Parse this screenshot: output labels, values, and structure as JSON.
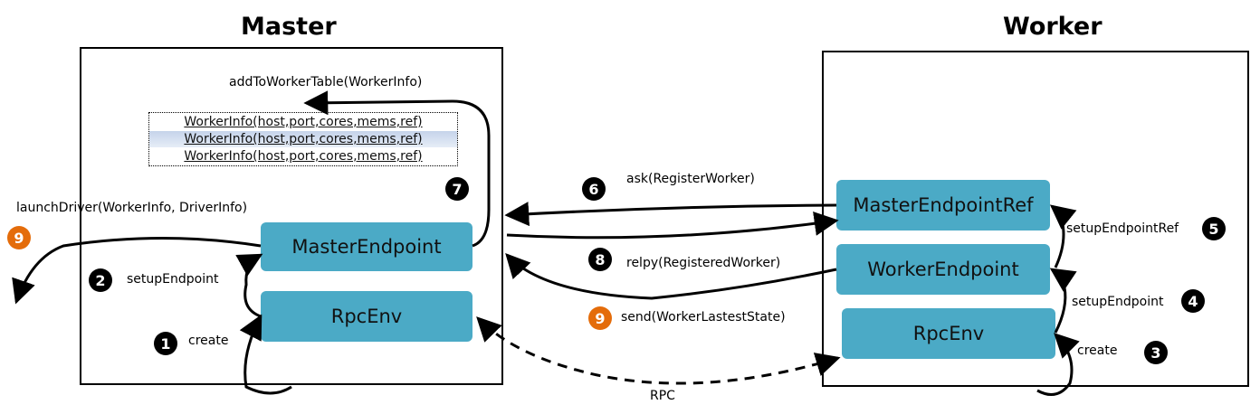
{
  "titles": {
    "master": "Master",
    "worker": "Worker"
  },
  "master": {
    "worker_table": [
      "WorkerInfo(host,port,cores,mems,ref)",
      "WorkerInfo(host,port,cores,mems,ref)",
      "WorkerInfo(host,port,cores,mems,ref)"
    ],
    "nodes": {
      "endpoint": "MasterEndpoint",
      "rpcenv": "RpcEnv"
    }
  },
  "worker": {
    "nodes": {
      "endpoint_ref": "MasterEndpointRef",
      "endpoint": "WorkerEndpoint",
      "rpcenv": "RpcEnv"
    }
  },
  "labels": {
    "add_to_table": "addToWorkerTable(WorkerInfo)",
    "launch_driver": "launchDriver(WorkerInfo, DriverInfo)",
    "setup_endpoint_master": "setupEndpoint",
    "create_master": "create",
    "ask_register": "ask(RegisterWorker)",
    "reply_registered": "relpy(RegisteredWorker)",
    "send_state": "send(WorkerLastestState)",
    "rpc": "RPC",
    "setup_endpoint_ref": "setupEndpointRef",
    "setup_endpoint_worker": "setupEndpoint",
    "create_worker": "create"
  },
  "badges": {
    "b1": "1",
    "b2": "2",
    "b3": "3",
    "b4": "4",
    "b5": "5",
    "b6": "6",
    "b7": "7",
    "b8": "8",
    "b9a": "9",
    "b9b": "9"
  },
  "colors": {
    "node_fill": "#4baac6",
    "badge_black": "#000000",
    "badge_orange": "#e46c0a",
    "table_highlight": "#c5d3ea"
  }
}
